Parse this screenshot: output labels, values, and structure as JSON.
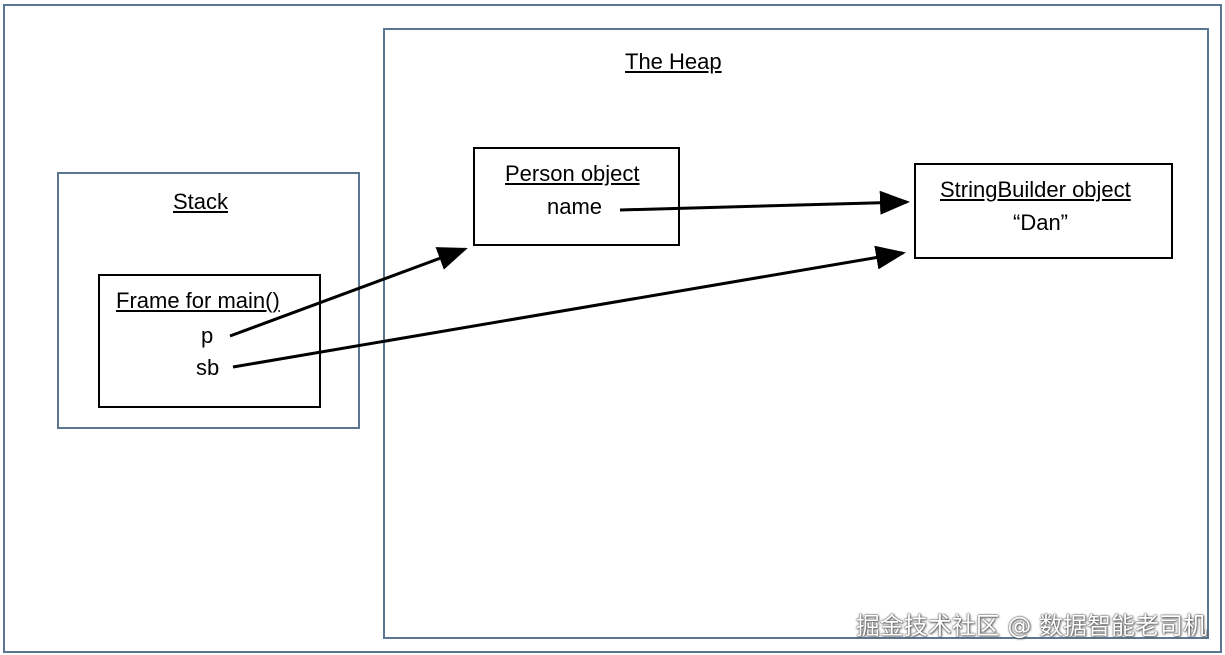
{
  "heap": {
    "title": "The Heap"
  },
  "stack": {
    "title": "Stack",
    "frame": {
      "title": "Frame for main()",
      "vars": [
        "p",
        "sb"
      ]
    }
  },
  "person": {
    "title": "Person object",
    "field": "name"
  },
  "stringbuilder": {
    "title": "StringBuilder object",
    "value": "“Dan”"
  },
  "watermark": "掘金技术社区 @ 数据智能老司机",
  "colors": {
    "container_border": "#5a7691",
    "box_border": "#000000",
    "arrow": "#000000"
  }
}
